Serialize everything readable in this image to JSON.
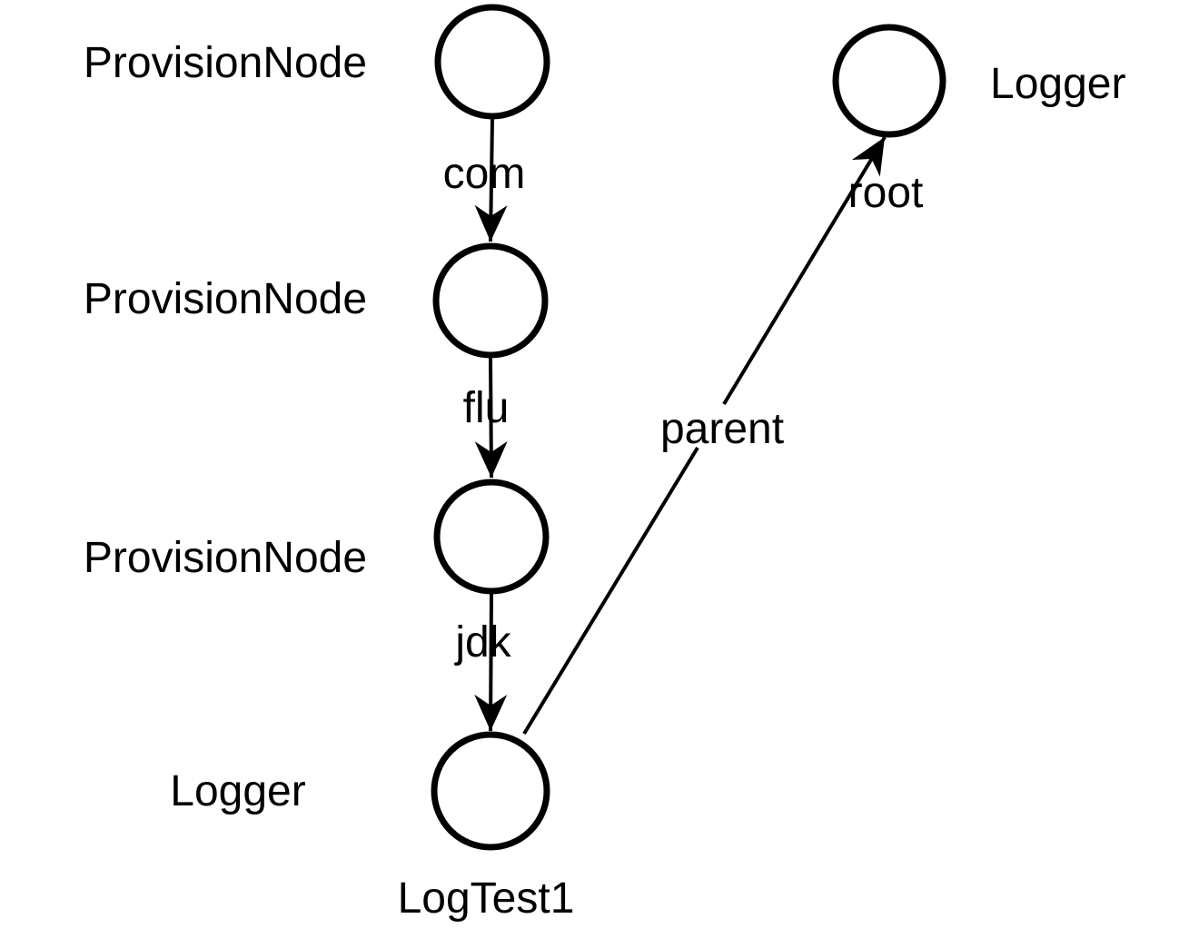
{
  "colors": {
    "ink": "#000000",
    "background": "#ffffff"
  },
  "diagram": {
    "description": "Logger hierarchy diagram: chain of ProvisionNode circles leading to a Logger node named LogTest1, whose parent edge points to the root Logger",
    "nodes": [
      {
        "id": "provision-node-1",
        "label": "ProvisionNode"
      },
      {
        "id": "provision-node-2",
        "label": "ProvisionNode"
      },
      {
        "id": "provision-node-3",
        "label": "ProvisionNode"
      },
      {
        "id": "logtest1-node",
        "label": "Logger",
        "name": "LogTest1"
      },
      {
        "id": "root-logger-node",
        "label": "Logger"
      }
    ],
    "edges": [
      {
        "from": "provision-node-1",
        "to": "provision-node-2",
        "label": "com"
      },
      {
        "from": "provision-node-2",
        "to": "provision-node-3",
        "label": "flu"
      },
      {
        "from": "provision-node-3",
        "to": "logtest1-node",
        "label": "jdk"
      },
      {
        "from": "logtest1-node",
        "to": "root-logger-node",
        "label": "parent",
        "head_label": "root"
      }
    ]
  }
}
